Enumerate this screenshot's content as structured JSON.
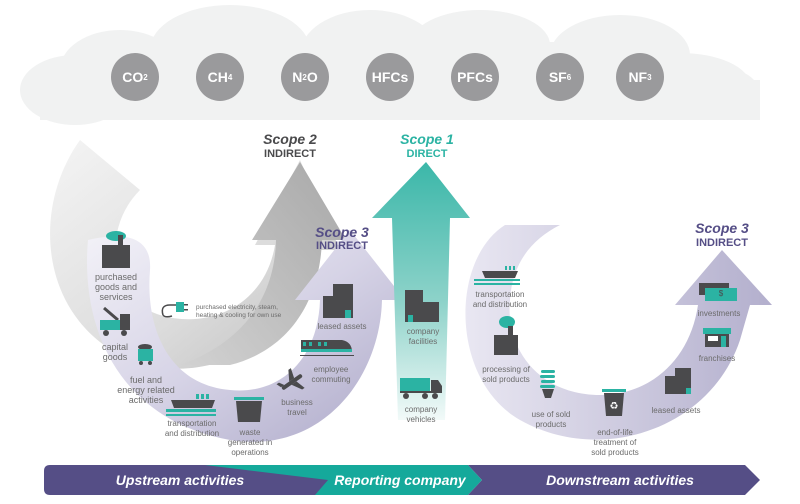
{
  "gases": [
    {
      "base": "CO",
      "sub": "2",
      "post": ""
    },
    {
      "base": "CH",
      "sub": "4",
      "post": ""
    },
    {
      "base": "N",
      "sub": "2",
      "post": "O"
    },
    {
      "base": "HFCs",
      "sub": "",
      "post": ""
    },
    {
      "base": "PFCs",
      "sub": "",
      "post": ""
    },
    {
      "base": "SF",
      "sub": "6",
      "post": ""
    },
    {
      "base": "NF",
      "sub": "3",
      "post": ""
    }
  ],
  "scopes": {
    "scope2": {
      "title": "Scope 2",
      "subtitle": "INDIRECT"
    },
    "scope1": {
      "title": "Scope 1",
      "subtitle": "DIRECT"
    },
    "scope3_upstream": {
      "title": "Scope 3",
      "subtitle": "INDIRECT"
    },
    "scope3_downstream": {
      "title": "Scope 3",
      "subtitle": "INDIRECT"
    }
  },
  "upstream_items": {
    "purchased_goods": "purchased\ngoods and\nservices",
    "purchased_electricity": "purchased electricity, steam,\nheating & cooling for own use",
    "capital_goods": "capital\ngoods",
    "fuel_energy": "fuel and\nenergy related\nactivities",
    "transportation": "transportation\nand distribution",
    "waste": "waste\ngenerated in\noperations",
    "business_travel": "business\ntravel",
    "employee_commuting": "employee\ncommuting",
    "leased_assets": "leased assets"
  },
  "company_items": {
    "facilities": "company\nfacilities",
    "vehicles": "company\nvehicles"
  },
  "downstream_items": {
    "transportation": "transportation\nand distribution",
    "processing": "processing of\nsold products",
    "use": "use of sold\nproducts",
    "end_of_life": "end-of-life\ntreatment of\nsold products",
    "leased_assets": "leased assets",
    "franchises": "franchises",
    "investments": "investments",
    "currency_symbol": "$"
  },
  "band": {
    "upstream": "Upstream activities",
    "reporting": "Reporting company",
    "downstream": "Downstream activities"
  },
  "colors": {
    "teal": "#2bb3a3",
    "purple": "#554e86",
    "lavender": "#b9b5d3",
    "gray_dark": "#4a4a4c",
    "gas_gray": "#9a9a9c",
    "cloud": "#f1f2f2"
  }
}
